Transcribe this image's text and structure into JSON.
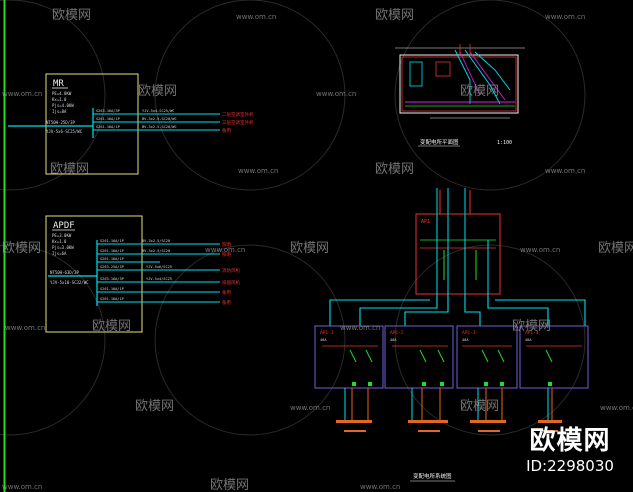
{
  "watermark": {
    "brand": "欧模网",
    "url": "www.om.cn"
  },
  "corner_brand": {
    "name": "欧模网",
    "id_label": "ID:2298030"
  },
  "panels": {
    "mr": {
      "title": "MR",
      "spec_lines": [
        "PE=4.0KW",
        "Kx=1.0",
        "Pjs=4.0KW",
        "Ijs=8A"
      ],
      "main_breaker": "NT50H-25D/3P",
      "feed_cable": "YJV-5x6-SC25/WC",
      "outgoing": [
        {
          "breaker": "S263-16A/3P",
          "cable": "YJV-5x4-SC25/WC",
          "load": "二层空调室外机"
        },
        {
          "breaker": "S261-16A/1P",
          "cable": "BV-3x2.5-SC20/WC",
          "load": "三层空调室外机"
        },
        {
          "breaker": "S261-16A/1P",
          "cable": "BV-3x2.5-SC20/WC",
          "load": "备用"
        }
      ]
    },
    "apdf": {
      "title": "APDF",
      "spec_lines": [
        "PE=3.0KW",
        "Kx=1.0",
        "Pjs=3.0KW",
        "Ijs=6A"
      ],
      "main_breaker": "NT50H-63D/3P",
      "feed_cable": "YJV-5x10-SC32/WC",
      "outgoing": [
        {
          "breaker": "S261-16A/1P",
          "cable": "BV-3x2.5/SC20",
          "load": "照明"
        },
        {
          "breaker": "S261-16A/1P",
          "cable": "BV-3x2.5/SC20",
          "load": "照明"
        },
        {
          "breaker": "S261-16A/1P",
          "cable": "",
          "load": ""
        },
        {
          "breaker": "S263-25A/3P",
          "cable": "YJV-5x6/SC25",
          "load": "消防风机"
        },
        {
          "breaker": "S263-16A/3P",
          "cable": "YJV-5x4/SC25",
          "load": "排烟风机"
        },
        {
          "breaker": "S261-16A/1P",
          "cable": "",
          "load": "备用"
        },
        {
          "breaker": "S261-16A/1P",
          "cable": "",
          "load": "备用"
        }
      ]
    }
  },
  "plan_drawing": {
    "caption": "变配电所平面图",
    "scale": "1:100"
  },
  "system_drawing": {
    "caption": "变配电所系统图",
    "top_panel": "AP1",
    "sub_panels": [
      {
        "name": "AP1-1",
        "rating": "40A"
      },
      {
        "name": "AP1-2",
        "rating": "40A"
      },
      {
        "name": "AP1-3",
        "rating": "40A"
      },
      {
        "name": "AP1-4",
        "rating": "40A"
      }
    ]
  },
  "colors": {
    "background": "#000000",
    "frame_yellow": "#e8e07a",
    "cyan": "#00e0f0",
    "red": "#e83030",
    "green": "#20e020",
    "orange": "#e06820",
    "blue_box": "#6e5fd8",
    "magenta": "#e020e0",
    "white": "#f0f0f0",
    "watermark": "#9a9a9a"
  }
}
